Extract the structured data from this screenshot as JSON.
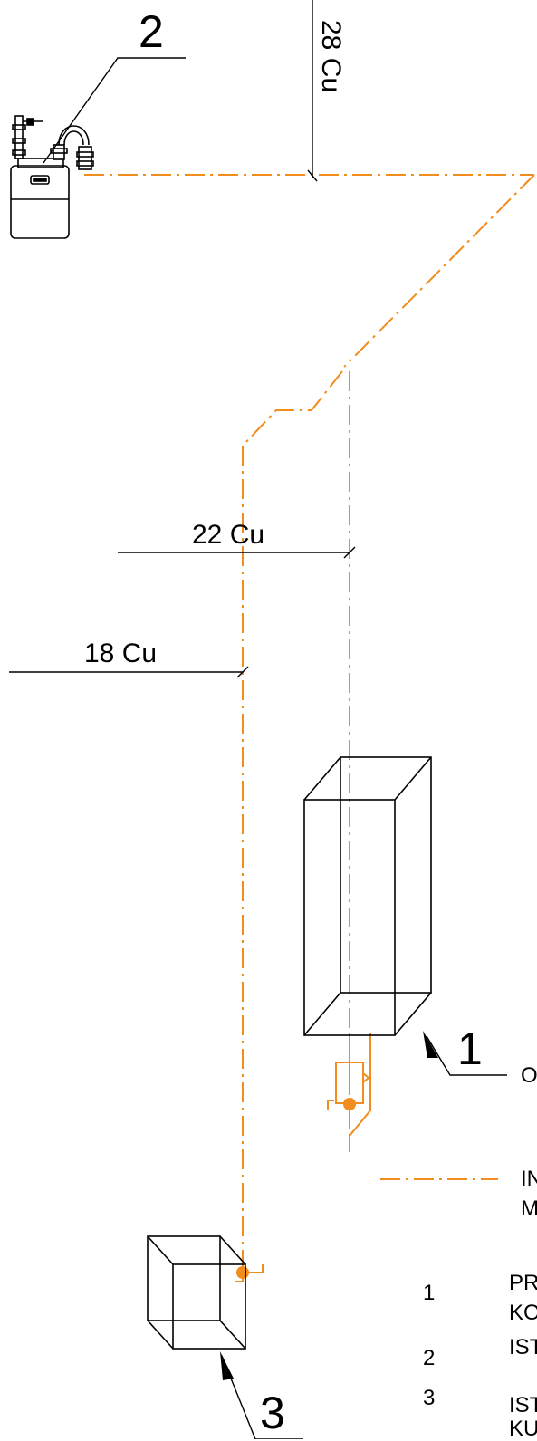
{
  "colors": {
    "gas_pipe": "#f28c1c",
    "line": "#000000",
    "background": "#ffffff"
  },
  "callouts": {
    "c1": "1",
    "c2": "2",
    "c3": "3"
  },
  "pipe_labels": {
    "riser": "28 Cu",
    "branch_a": "22 Cu",
    "branch_b": "18 Cu"
  },
  "legend": {
    "o_partial": "O",
    "pipe_line_1": "IN",
    "pipe_line_2": "M",
    "items": [
      {
        "num": "1",
        "line1": "PR",
        "line2": "KO"
      },
      {
        "num": "2",
        "line1": "IST",
        "line2": ""
      },
      {
        "num": "3",
        "line1": "IST",
        "line2": "KU"
      }
    ]
  },
  "icons": [
    "gas-meter-icon",
    "water-heater-box-icon",
    "stove-box-icon",
    "gas-valve-icon"
  ]
}
